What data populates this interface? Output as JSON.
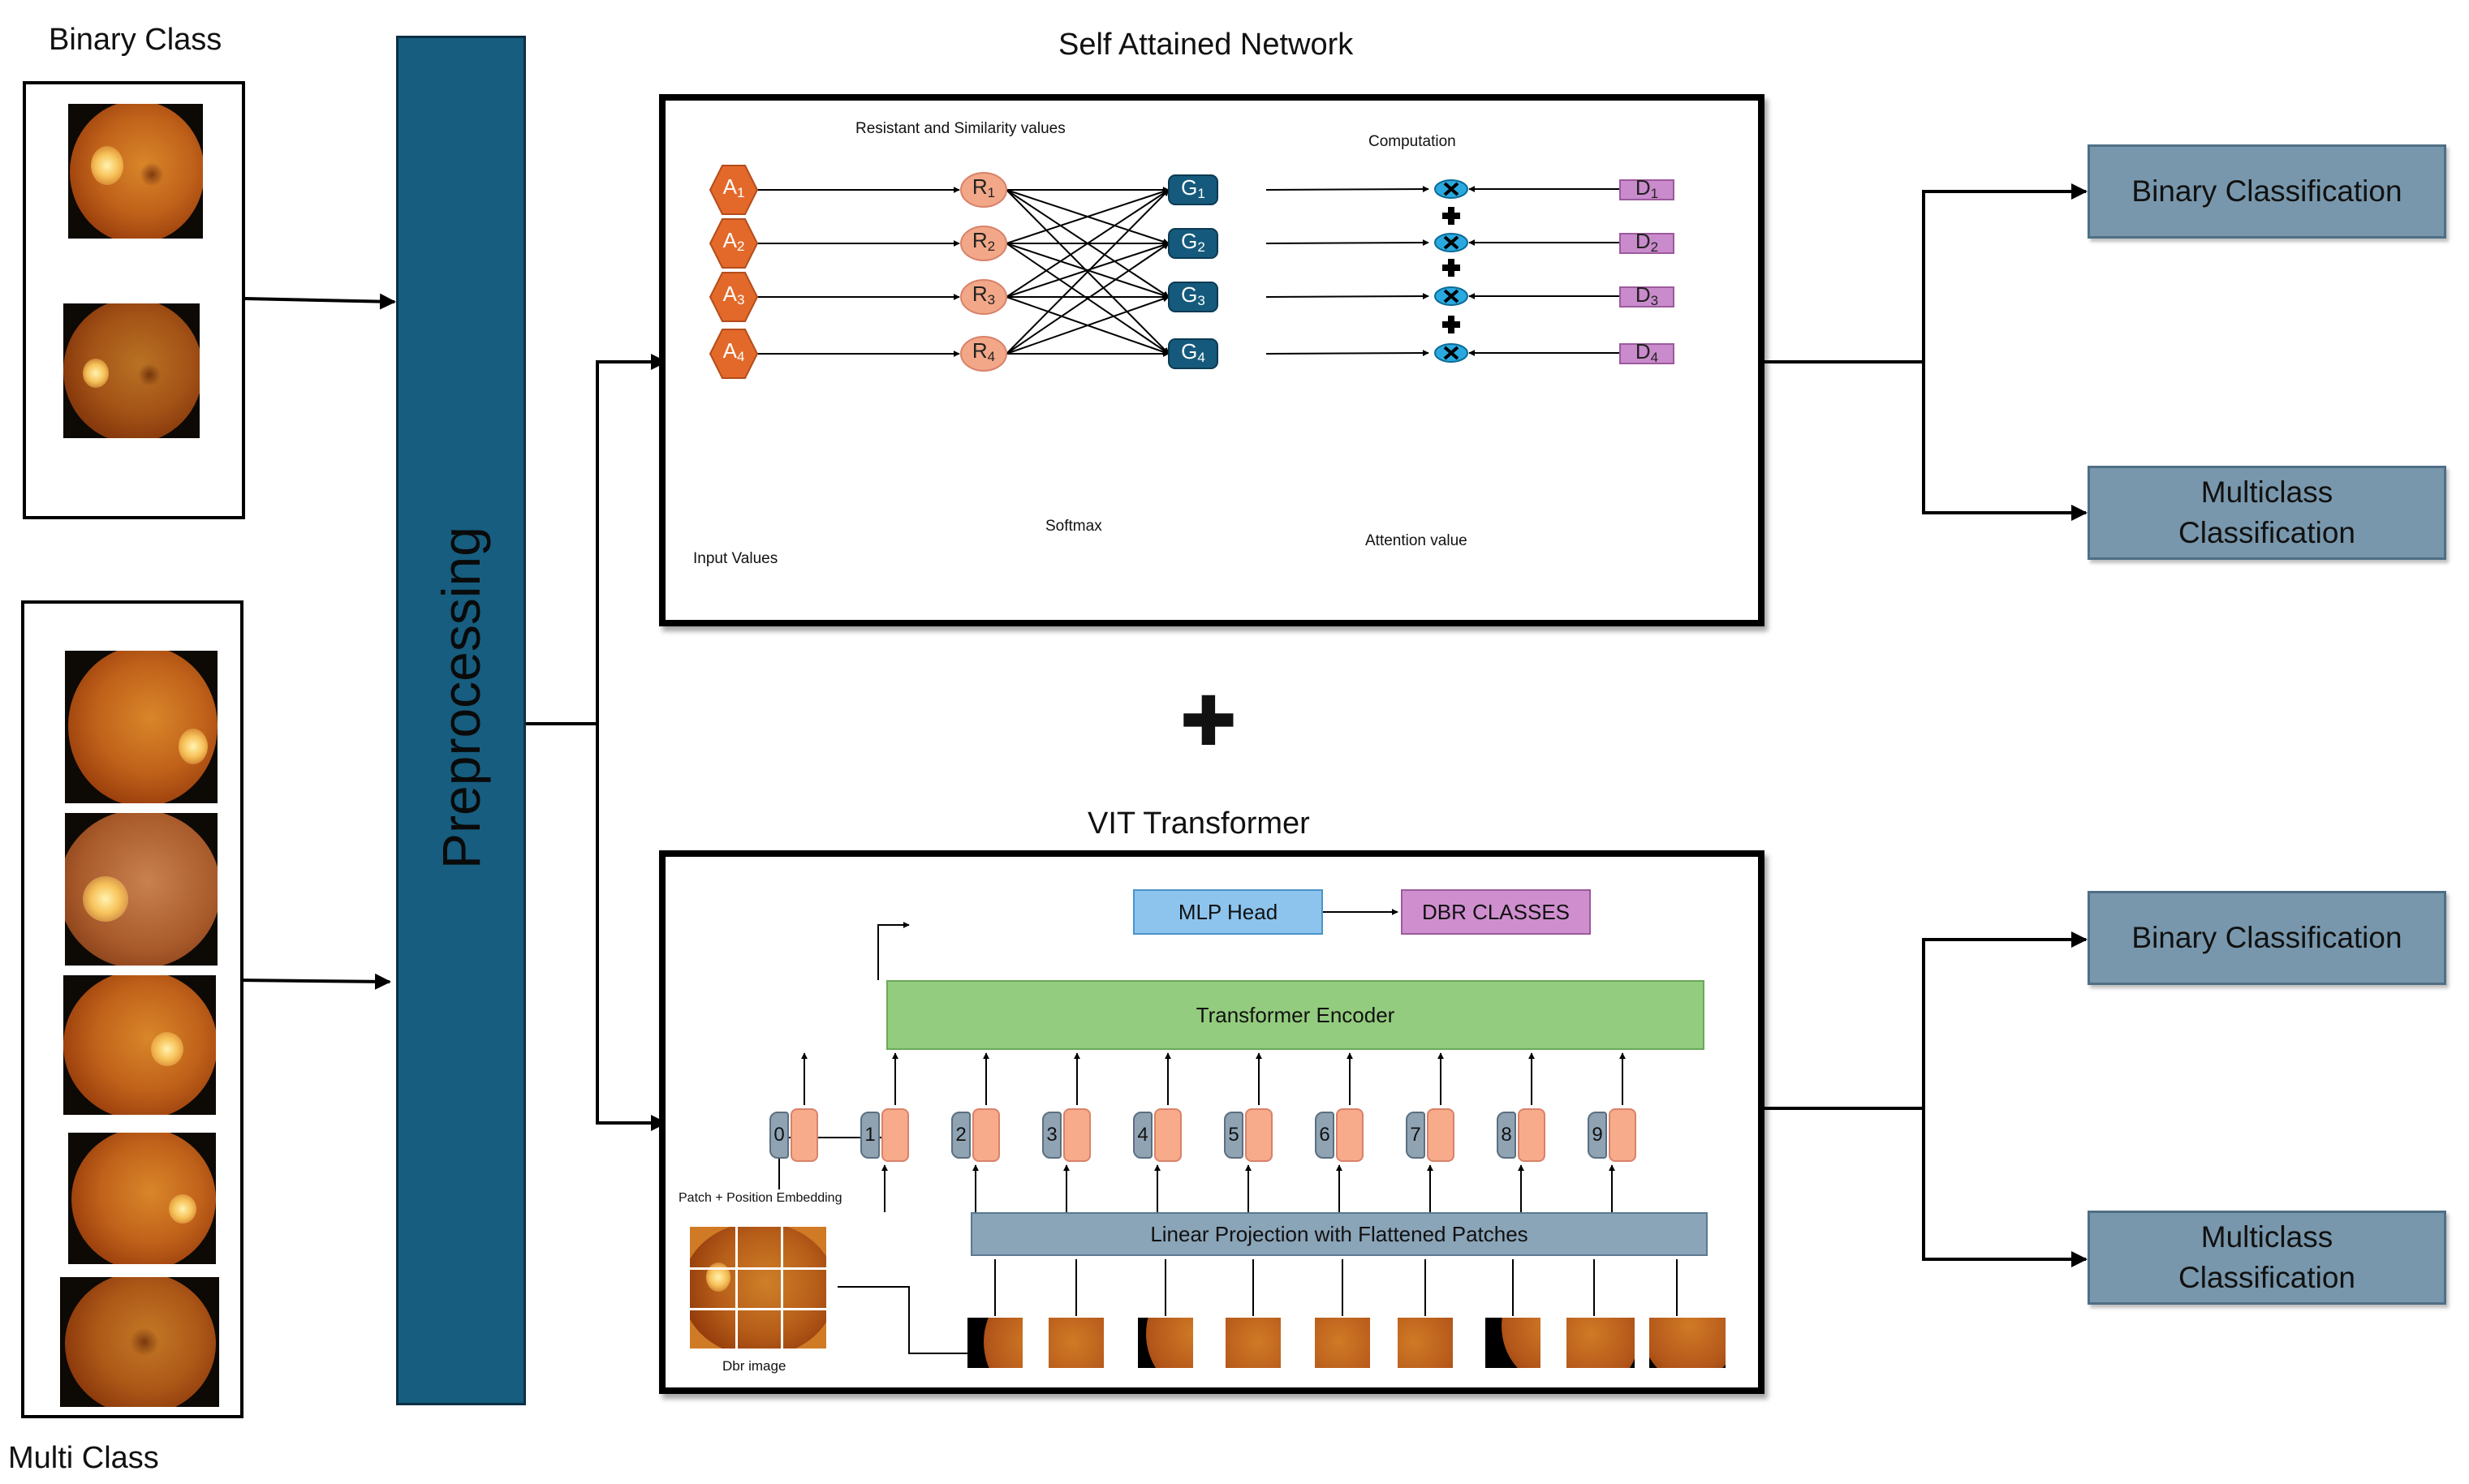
{
  "inputs": {
    "binary_title": "Binary Class",
    "multi_title": "Multi Class"
  },
  "preprocessing": {
    "label": "Preprocessing"
  },
  "san": {
    "title": "Self Attained Network",
    "similarity_label": "Resistant and Similarity values",
    "computation_label": "Computation",
    "softmax_label": "Softmax",
    "attention_label": "Attention value",
    "input_values_label": "Input Values",
    "a_nodes": [
      "A",
      "A",
      "A",
      "A"
    ],
    "r_nodes": [
      "R",
      "R",
      "R",
      "R"
    ],
    "g_nodes": [
      "G",
      "G",
      "G",
      "G"
    ],
    "d_nodes": [
      "D",
      "D",
      "D",
      "D"
    ],
    "subscripts": [
      "1",
      "2",
      "3",
      "4"
    ],
    "colors": {
      "a": "#e3692a",
      "r": "#f2a888",
      "g": "#155a7c",
      "d": "#c98bcb",
      "op": "#2aa9e0"
    }
  },
  "plus_symbol": "✚",
  "vit": {
    "title": "VIT Transformer",
    "mlp_head": "MLP Head",
    "dbr_classes": "DBR CLASSES",
    "encoder": "Transformer Encoder",
    "linear_projection": "Linear Projection with Flattened Patches",
    "patch_embedding_label": "Patch + Position Embedding",
    "dbr_image_label": "Dbr  image",
    "tokens": [
      "0",
      "1",
      "2",
      "3",
      "4",
      "5",
      "6",
      "7",
      "8",
      "9"
    ],
    "colors": {
      "mlp": "#8cc4ee",
      "dbr": "#cf8fcf",
      "encoder": "#93cc7e",
      "projection": "#8aa4b8",
      "token_gray": "#8fa3b3",
      "token_peach": "#f7ab8a"
    }
  },
  "outputs": {
    "top": {
      "binary": "Binary Classification",
      "multi_line1": "Multiclass",
      "multi_line2": "Classification"
    },
    "bottom": {
      "binary": "Binary Classification",
      "multi_line1": "Multiclass",
      "multi_line2": "Classification"
    }
  }
}
